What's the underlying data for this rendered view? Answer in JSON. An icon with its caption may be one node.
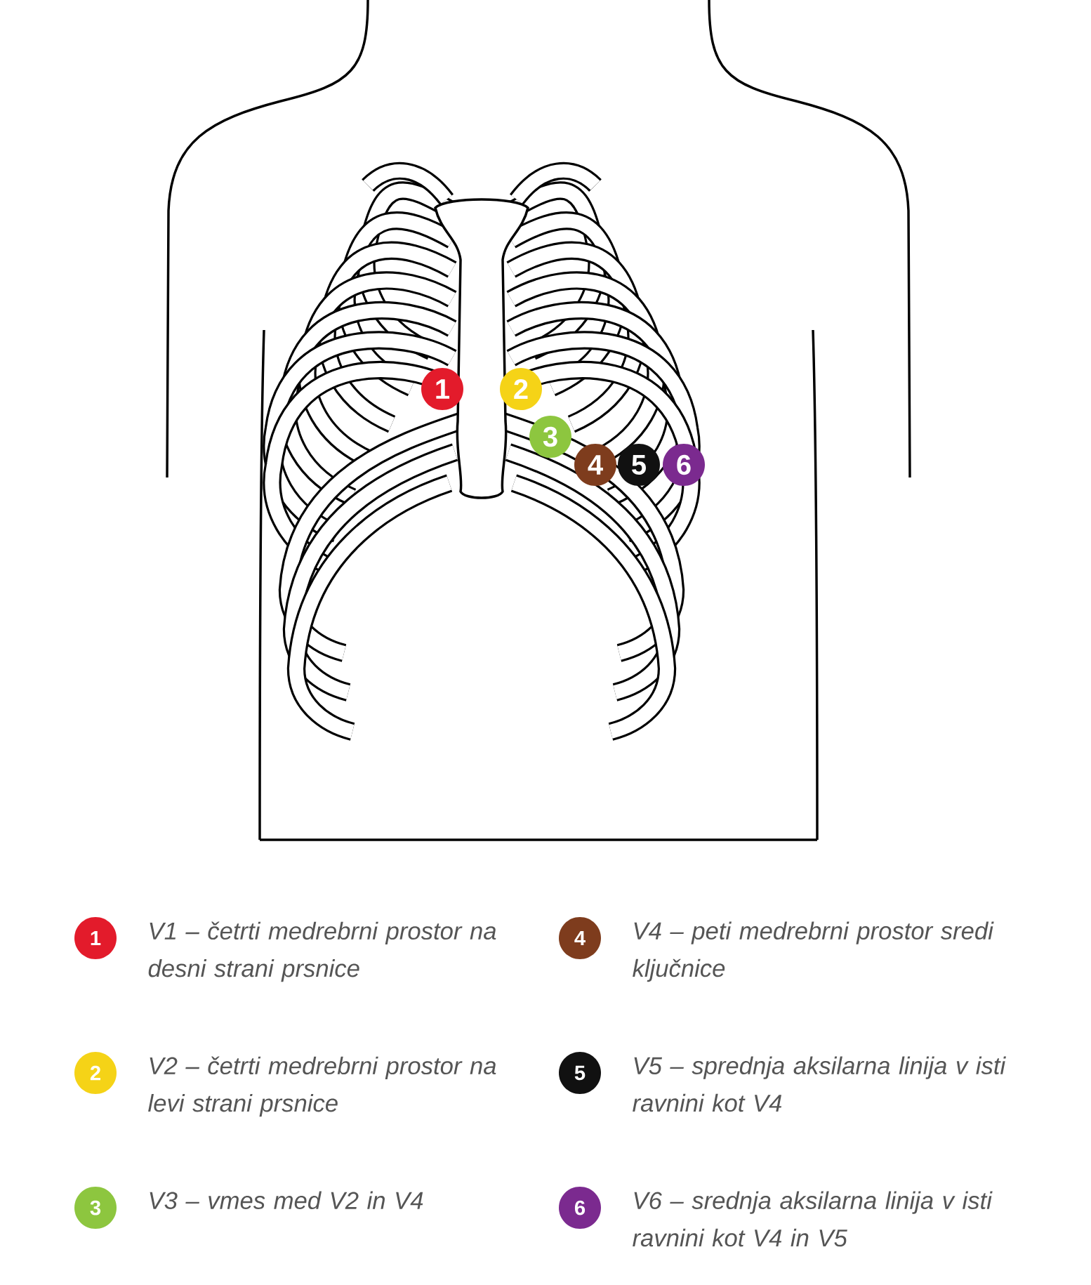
{
  "diagram": {
    "nodes": [
      {
        "text": [
          "1"
        ]
      },
      {
        "text": [
          "2"
        ]
      },
      {
        "text": [
          "3"
        ]
      },
      {
        "text": [
          "4"
        ]
      },
      {
        "text": [
          "5"
        ]
      },
      {
        "text": [
          "6"
        ]
      }
    ],
    "labels": [
      "1",
      "2",
      "3",
      "4",
      "5",
      "6"
    ],
    "legend": [
      {
        "text": "V1 – četrti medrebrni prostor na desni strani prsnice",
        "color": "#e31b2b"
      },
      {
        "text": "V2 – četrti medrebrni prostor na levi strani prsnice",
        "color": "#f5d317"
      },
      {
        "text": "V3 – vmes med V2 in V4",
        "color": "#8dc63f"
      },
      {
        "text": "V4 – peti medrebrni prostor sredi ključnice",
        "color": "#7e3c1d"
      },
      {
        "text": "V5 – sprednja aksilarna linija v isti ravnini kot V4",
        "color": "#111111"
      },
      {
        "text": "V6 – srednja aksilarna linija v isti ravnini kot V4 in V5",
        "color": "#7b2a8f"
      }
    ]
  }
}
